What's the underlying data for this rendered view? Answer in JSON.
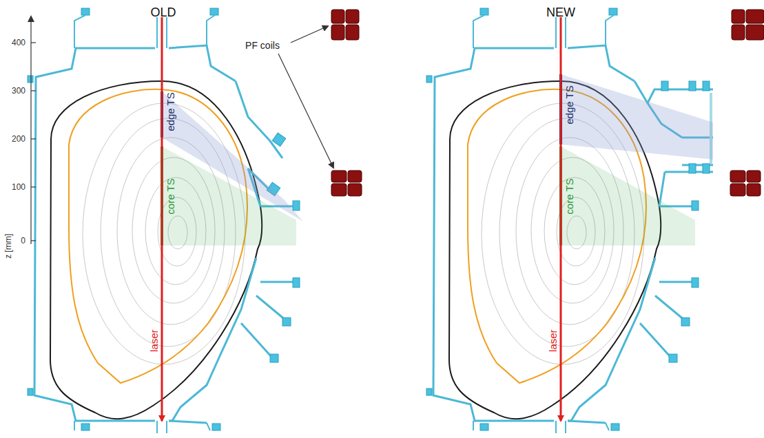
{
  "diagram": {
    "labels": [
      "OLD",
      "NEW",
      "400",
      "300",
      "200",
      "100",
      "0",
      "z [mm]",
      "edge TS",
      "core TS",
      "laser",
      "PF coils",
      "edge TS",
      "core TS",
      "laser"
    ]
  }
}
